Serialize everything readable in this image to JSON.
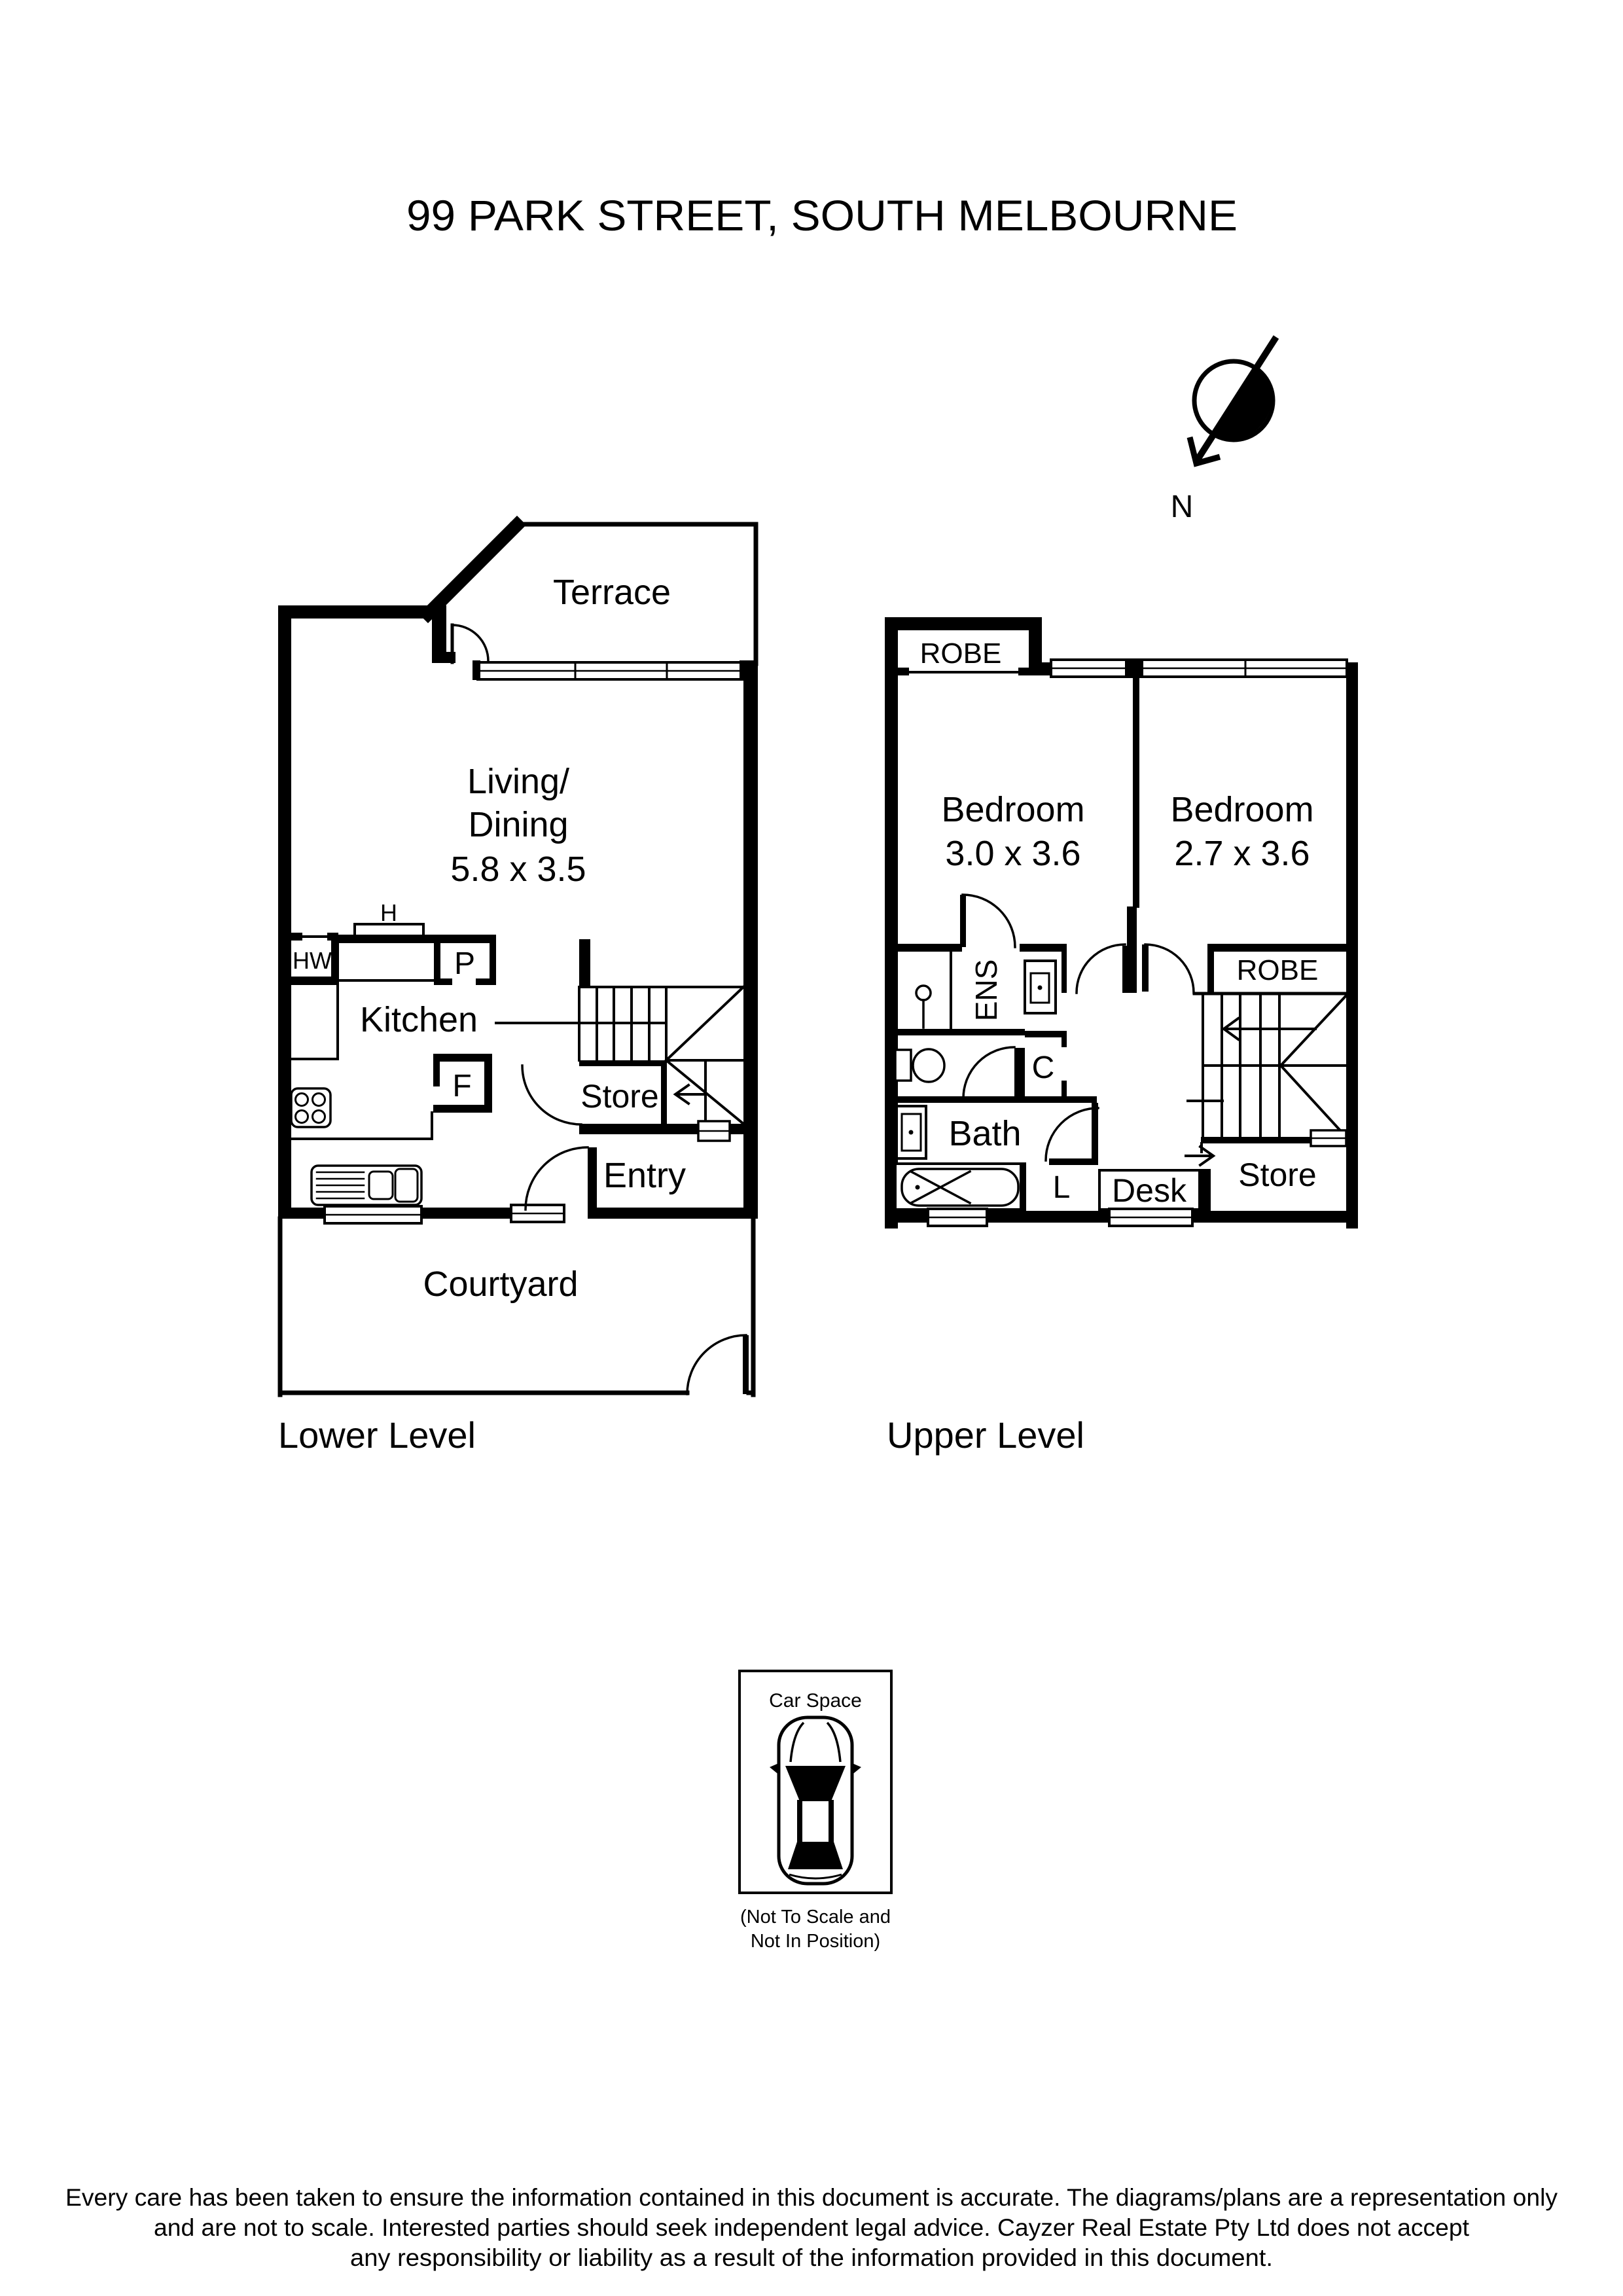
{
  "title": "99 PARK STREET, SOUTH MELBOURNE",
  "north": {
    "label": "N"
  },
  "lower_level": {
    "level_label": "Lower Level",
    "rooms": {
      "terrace": "Terrace",
      "living_line1": "Living/",
      "living_line2": "Dining",
      "living_dims": "5.8 x 3.5",
      "kitchen": "Kitchen",
      "store": "Store",
      "entry": "Entry",
      "courtyard": "Courtyard"
    },
    "fixtures": {
      "hot_water": "HW",
      "hob": "H",
      "pantry": "P",
      "fridge": "F"
    }
  },
  "upper_level": {
    "level_label": "Upper Level",
    "rooms": {
      "robe1": "ROBE",
      "robe2": "ROBE",
      "bedroom1": "Bedroom",
      "bedroom1_dims": "3.0 x 3.6",
      "bedroom2": "Bedroom",
      "bedroom2_dims": "2.7 x 3.6",
      "ensuite": "ENS",
      "cupboard": "C",
      "bath": "Bath",
      "linen": "L",
      "desk": "Desk",
      "store": "Store"
    }
  },
  "car_space": {
    "label": "Car Space",
    "note_line1": "(Not To Scale and",
    "note_line2": "Not In Position)"
  },
  "disclaimer": {
    "line1": "Every care has been taken to ensure the information contained in this document is accurate. The diagrams/plans are a representation only",
    "line2": "and are not to scale. Interested parties should seek independent legal advice. Cayzer Real Estate Pty Ltd does not accept",
    "line3": "any responsibility or liability as a result of the information provided in this document."
  },
  "colors": {
    "ink": "#000000",
    "paper": "#ffffff"
  }
}
